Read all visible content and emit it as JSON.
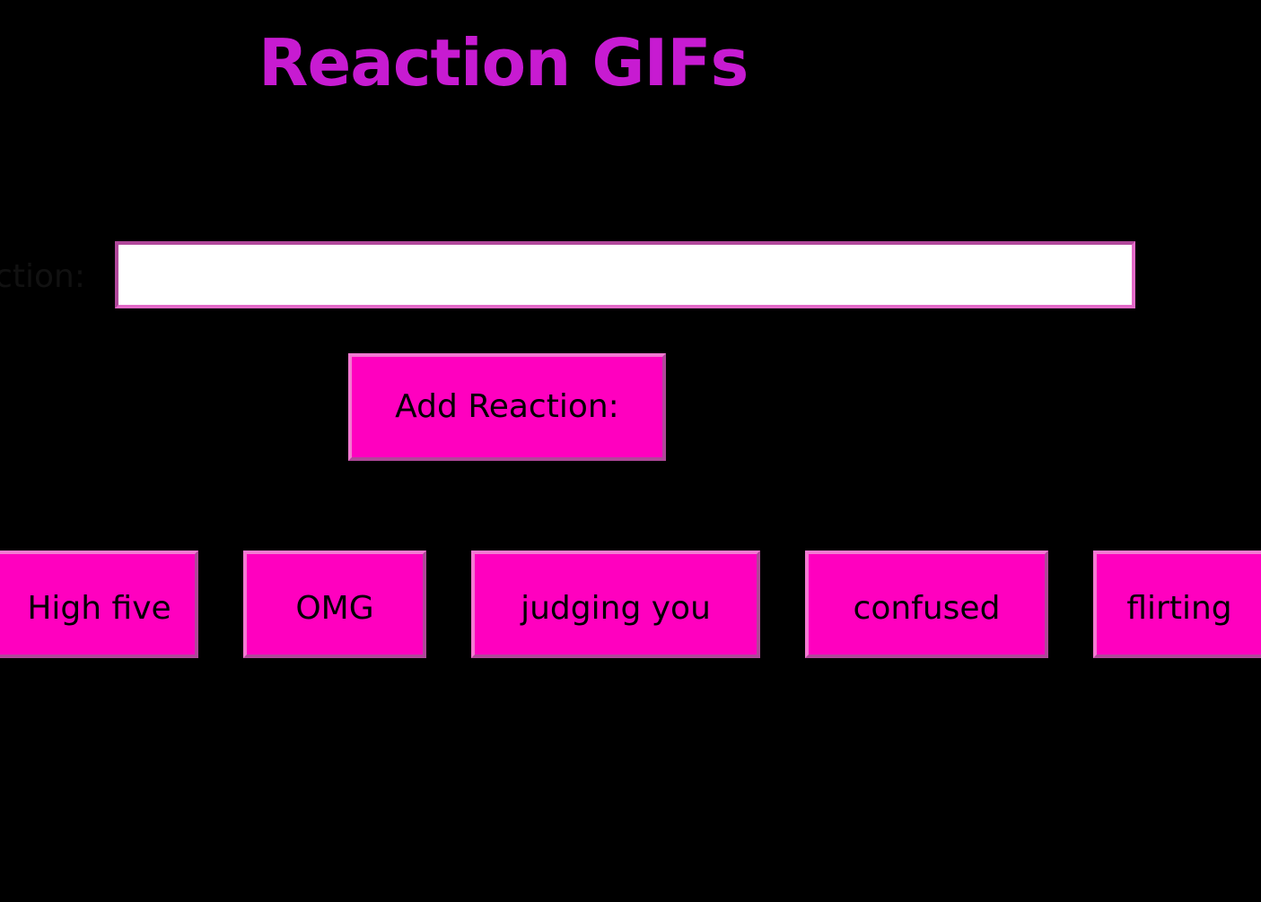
{
  "page": {
    "title": "Reaction GIFs"
  },
  "form": {
    "label": "Reaction:",
    "input_value": "",
    "add_button_label": "Add Reaction:"
  },
  "reactions": [
    {
      "label": "High five"
    },
    {
      "label": "OMG"
    },
    {
      "label": "judging you"
    },
    {
      "label": "confused"
    },
    {
      "label": "flirting"
    }
  ],
  "colors": {
    "background": "#000000",
    "title": "#c71bd1",
    "button_fill": "#ff00bf",
    "button_border": "#b0479a",
    "input_fill": "#ffffff"
  }
}
